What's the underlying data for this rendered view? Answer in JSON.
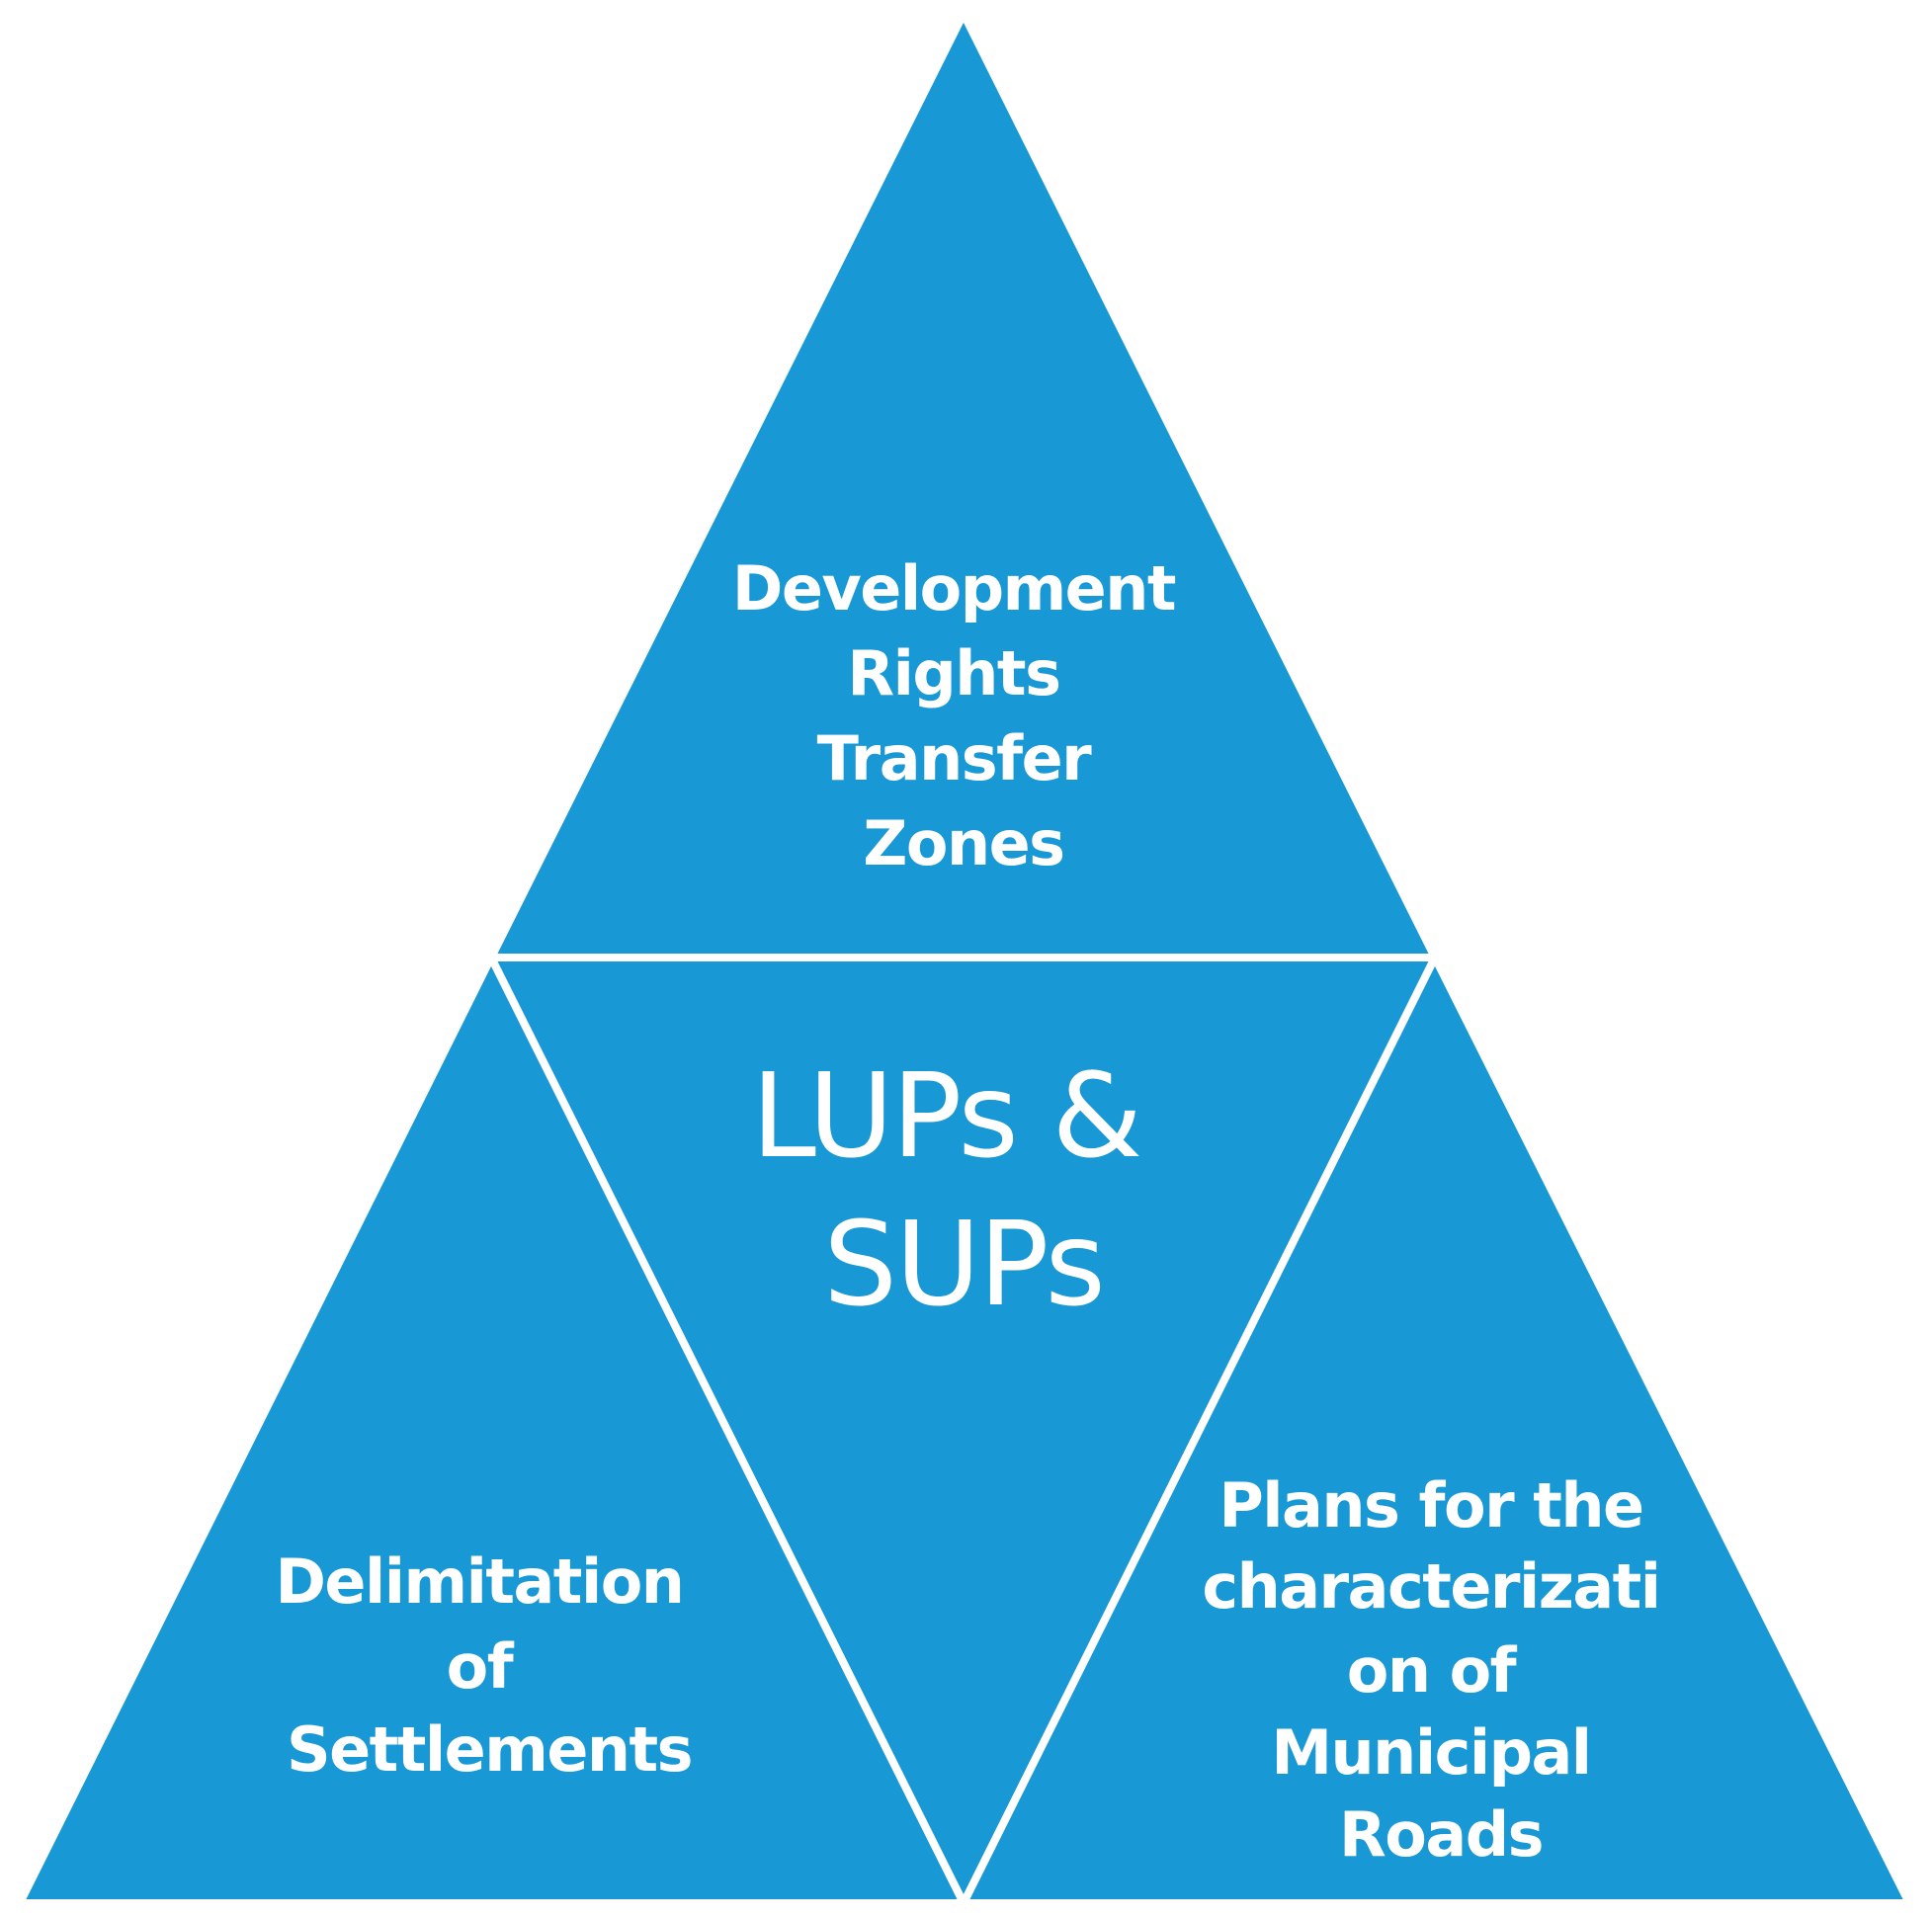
{
  "colors": {
    "triangle_fill": "#1998d6",
    "divider": "#ffffff",
    "text": "#ffffff"
  },
  "top": {
    "lines": [
      "Development",
      "Rights",
      "Transfer",
      "Zones"
    ]
  },
  "center": {
    "lines": [
      "LUPs &",
      "SUPs"
    ]
  },
  "left": {
    "lines": [
      "Delimitation",
      "of",
      "Settlements"
    ]
  },
  "right": {
    "lines": [
      "Plans for the",
      "characterizati",
      "on of",
      "Municipal",
      "Roads"
    ]
  }
}
